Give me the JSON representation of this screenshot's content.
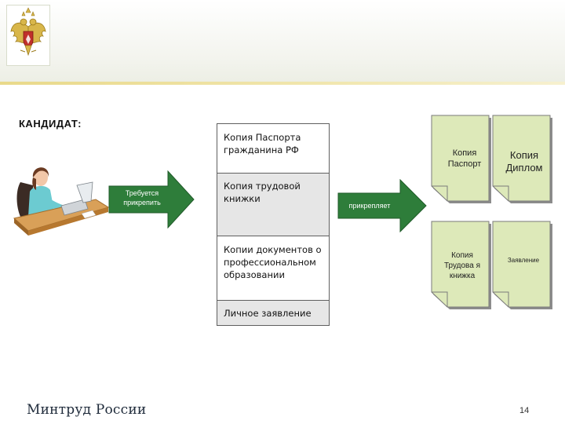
{
  "header": {
    "logo": "emblem-of-russia"
  },
  "candidate_label": "КАНДИДАТ:",
  "arrows": {
    "left_label": "Требуется прикрепить",
    "middle_label": "прикрепляет"
  },
  "documents": [
    "Копия Паспорта гражданина РФ",
    "Копия трудовой книжки",
    "Копии документов о профессиональном образовании",
    "Личное заявление"
  ],
  "cards": [
    "Копия Паспорт",
    "Копия Диплом",
    "Копия Трудова я книжка",
    "Заявление"
  ],
  "footer": {
    "brand": "Минтруд России",
    "page_number": "14"
  },
  "colors": {
    "arrow_green": "#2e7d3a",
    "card_fill": "#dde9b9",
    "header_accent": "#e9d98a"
  }
}
